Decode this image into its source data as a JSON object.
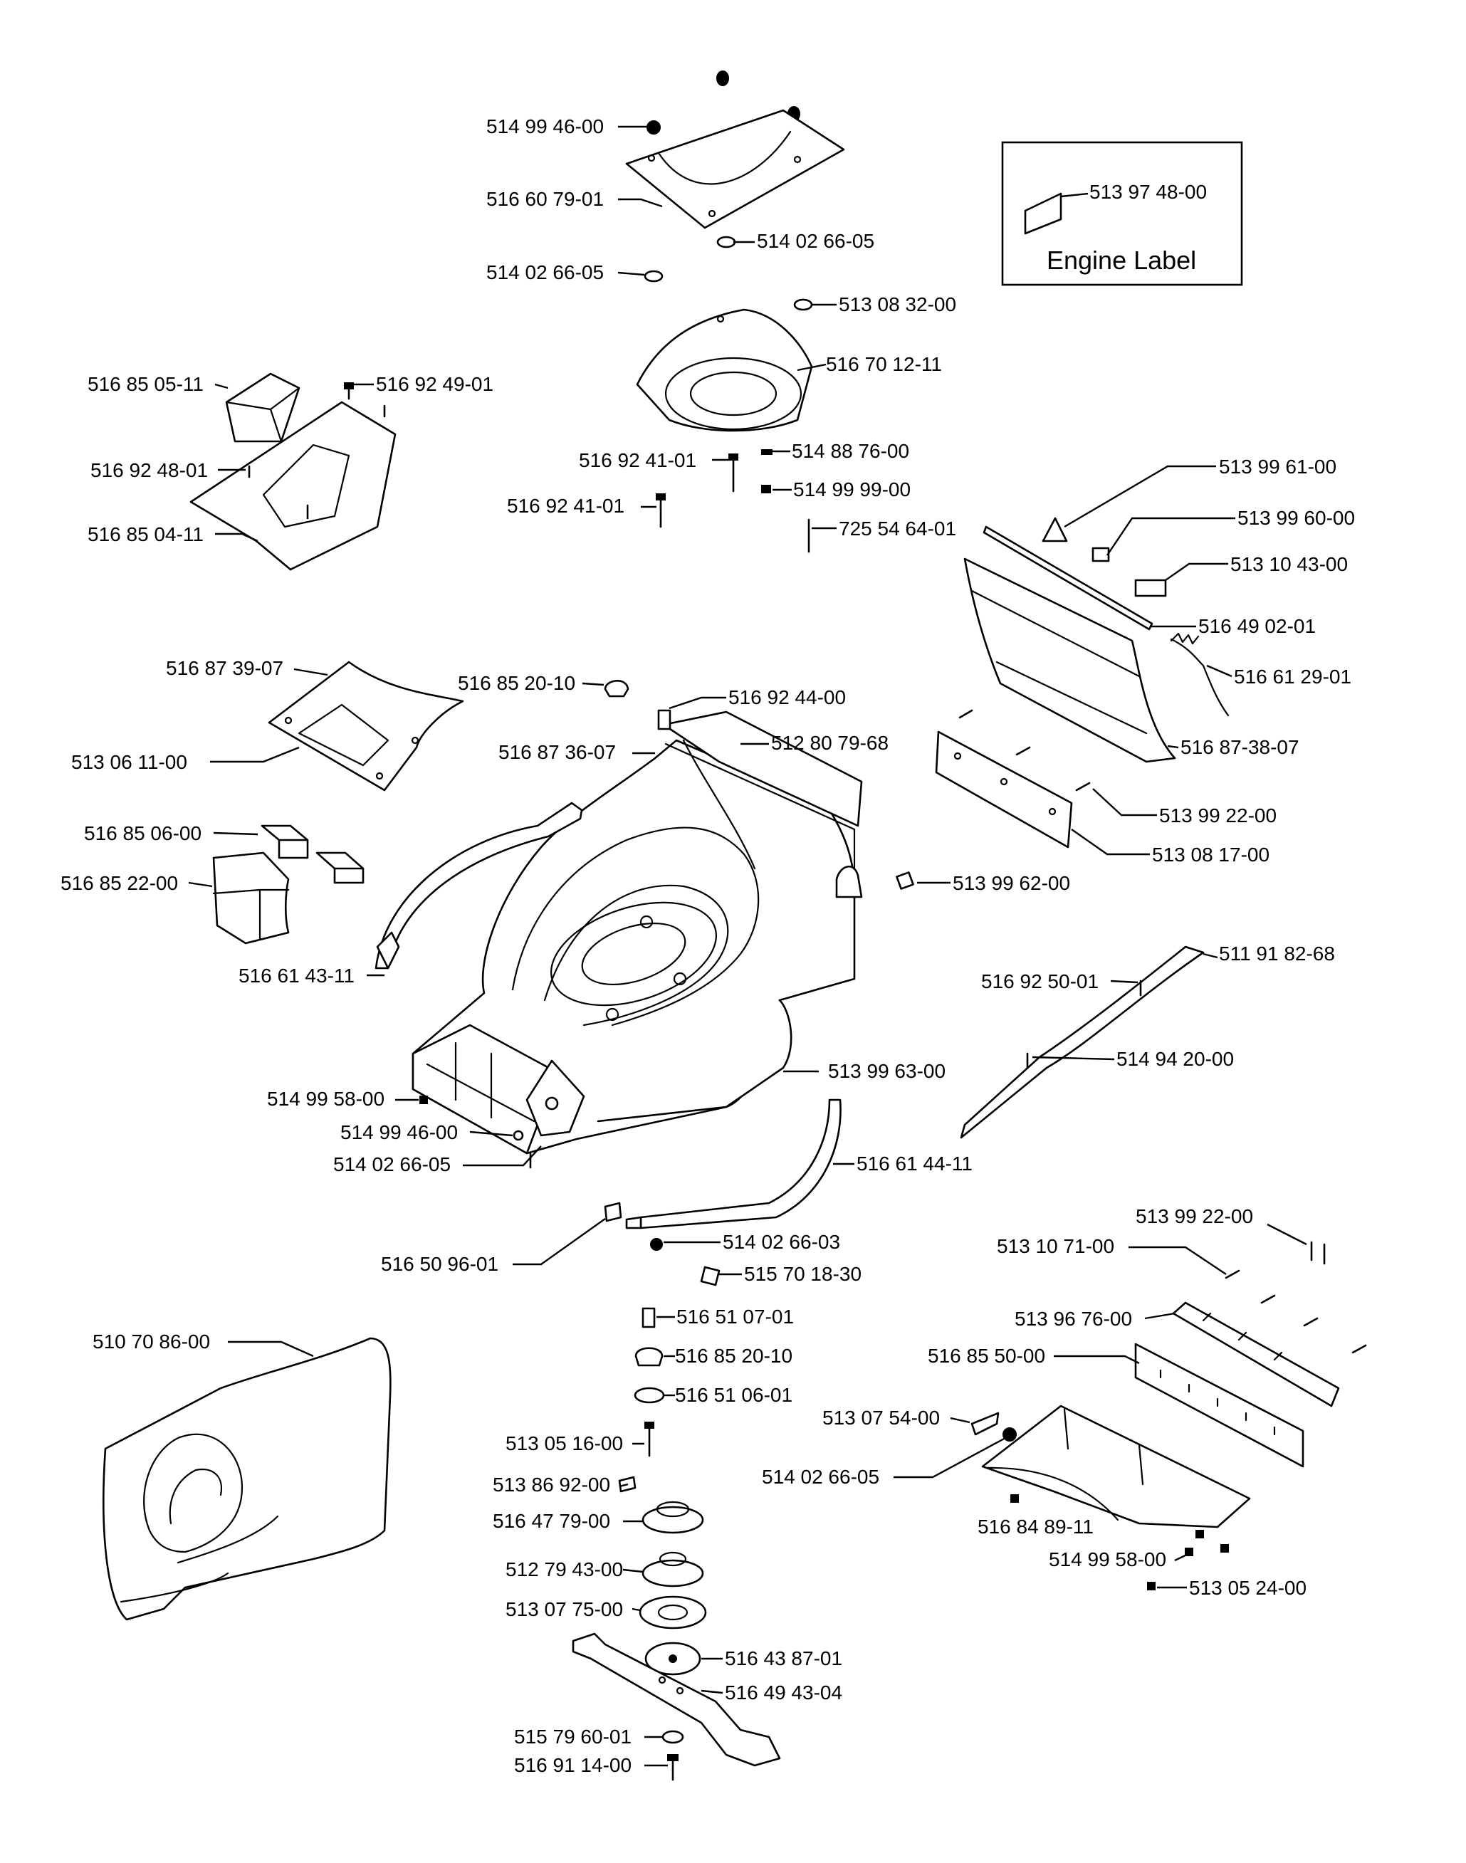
{
  "inset": {
    "title": "Engine Label",
    "part_number": "513 97 48-00"
  },
  "labels": [
    {
      "id": "l01",
      "text": "514 99 46-00"
    },
    {
      "id": "l02",
      "text": "516 60 79-01"
    },
    {
      "id": "l03",
      "text": "514 02 66-05"
    },
    {
      "id": "l04",
      "text": "514 02 66-05"
    },
    {
      "id": "l05",
      "text": "513 08 32-00"
    },
    {
      "id": "l06",
      "text": "516 70 12-11"
    },
    {
      "id": "l07",
      "text": "516 85 05-11"
    },
    {
      "id": "l08",
      "text": "516 92 49-01"
    },
    {
      "id": "l09",
      "text": "516 92 48-01"
    },
    {
      "id": "l10",
      "text": "516 85 04-11"
    },
    {
      "id": "l11",
      "text": "516 92 41-01"
    },
    {
      "id": "l12",
      "text": "514 88 76-00"
    },
    {
      "id": "l13",
      "text": "516 92 41-01"
    },
    {
      "id": "l14",
      "text": "514 99 99-00"
    },
    {
      "id": "l15",
      "text": "725 54 64-01"
    },
    {
      "id": "l16",
      "text": "513 99 61-00"
    },
    {
      "id": "l17",
      "text": "513 99 60-00"
    },
    {
      "id": "l18",
      "text": "513 10 43-00"
    },
    {
      "id": "l19",
      "text": "516 49 02-01"
    },
    {
      "id": "l20",
      "text": "516 61 29-01"
    },
    {
      "id": "l21",
      "text": "516 87 39-07"
    },
    {
      "id": "l22",
      "text": "516 85 20-10"
    },
    {
      "id": "l23",
      "text": "516 92 44-00"
    },
    {
      "id": "l24",
      "text": "512 80 79-68"
    },
    {
      "id": "l25",
      "text": "516 87 36-07"
    },
    {
      "id": "l26",
      "text": "513 06 11-00"
    },
    {
      "id": "l27",
      "text": "516 87-38-07"
    },
    {
      "id": "l28",
      "text": "513 99 22-00"
    },
    {
      "id": "l29",
      "text": "513 08 17-00"
    },
    {
      "id": "l30",
      "text": "516 85 06-00"
    },
    {
      "id": "l31",
      "text": "516 85 22-00"
    },
    {
      "id": "l32",
      "text": "513 99 62-00"
    },
    {
      "id": "l33",
      "text": "516 61 43-11"
    },
    {
      "id": "l34",
      "text": "511 91 82-68"
    },
    {
      "id": "l35",
      "text": "516 92 50-01"
    },
    {
      "id": "l36",
      "text": "514 94 20-00"
    },
    {
      "id": "l37",
      "text": "513 99 63-00"
    },
    {
      "id": "l38",
      "text": "514 99 58-00"
    },
    {
      "id": "l39",
      "text": "514 99 46-00"
    },
    {
      "id": "l40",
      "text": "514 02 66-05"
    },
    {
      "id": "l41",
      "text": "516 61 44-11"
    },
    {
      "id": "l42",
      "text": "513 99 22-00"
    },
    {
      "id": "l43",
      "text": "514 02 66-03"
    },
    {
      "id": "l44",
      "text": "516 50 96-01"
    },
    {
      "id": "l45",
      "text": "513 10 71-00"
    },
    {
      "id": "l46",
      "text": "515 70 18-30"
    },
    {
      "id": "l47",
      "text": "516 51 07-01"
    },
    {
      "id": "l48",
      "text": "510 70 86-00"
    },
    {
      "id": "l49",
      "text": "513 96 76-00"
    },
    {
      "id": "l50",
      "text": "516 85 20-10"
    },
    {
      "id": "l51",
      "text": "516 85 50-00"
    },
    {
      "id": "l52",
      "text": "516 51 06-01"
    },
    {
      "id": "l53",
      "text": "513 07 54-00"
    },
    {
      "id": "l54",
      "text": "513 05 16-00"
    },
    {
      "id": "l55",
      "text": "514 02 66-05"
    },
    {
      "id": "l56",
      "text": "513 86 92-00"
    },
    {
      "id": "l57",
      "text": "516 47 79-00"
    },
    {
      "id": "l58",
      "text": "516 84 89-11"
    },
    {
      "id": "l59",
      "text": "514 99 58-00"
    },
    {
      "id": "l60",
      "text": "512 79 43-00"
    },
    {
      "id": "l61",
      "text": "513 05 24-00"
    },
    {
      "id": "l62",
      "text": "513 07 75-00"
    },
    {
      "id": "l63",
      "text": "516 43 87-01"
    },
    {
      "id": "l64",
      "text": "516 49 43-04"
    },
    {
      "id": "l65",
      "text": "515 79 60-01"
    },
    {
      "id": "l66",
      "text": "516 91 14-00"
    }
  ]
}
